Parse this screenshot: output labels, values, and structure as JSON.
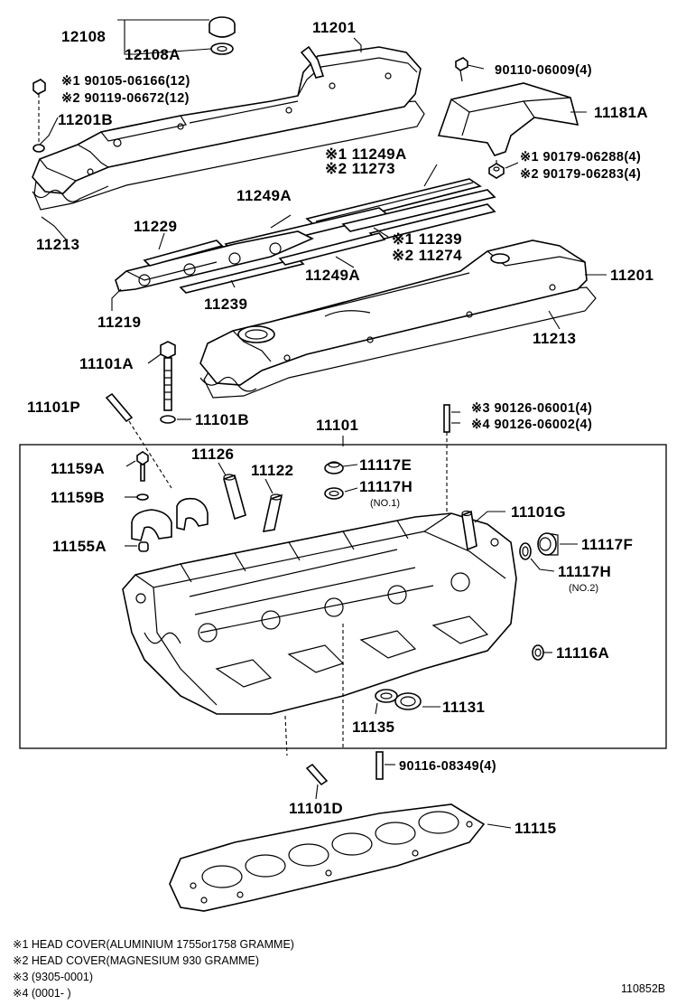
{
  "labels": {
    "p12108": "12108",
    "p12108A": "12108A",
    "p11201_top": "11201",
    "b90105": "※1 90105-06166(12)",
    "b90119": "※2 90119-06672(12)",
    "p11201B": "11201B",
    "p11213_left": "11213",
    "b90110": "90110-06009(4)",
    "p11181A": "11181A",
    "n90179_06288": "※1 90179-06288(4)",
    "n90179_06283": "※2 90179-06283(4)",
    "p11249A_r": "※1 11249A",
    "p11273": "※2 11273",
    "p11249A_l": "11249A",
    "p11229": "11229",
    "p11239_r": "※1 11239",
    "p11274": "※2 11274",
    "p11249A_b": "11249A",
    "p11239_b": "11239",
    "p11219": "11219",
    "p11201_right": "11201",
    "p11213_right": "11213",
    "p11101A": "11101A",
    "p11101P": "11101P",
    "p11101B": "11101B",
    "s90126_06001": "※3 90126-06001(4)",
    "s90126_06002": "※4 90126-06002(4)",
    "p11101": "11101",
    "p11159A": "11159A",
    "p11126": "11126",
    "p11122": "11122",
    "p11117E": "11117E",
    "p11117H1": "11117H",
    "p11117H1_sub": "(NO.1)",
    "p11159B": "11159B",
    "p11101G": "11101G",
    "p11155A": "11155A",
    "p11117F": "11117F",
    "p11117H2": "11117H",
    "p11117H2_sub": "(NO.2)",
    "p11116A": "11116A",
    "p11131": "11131",
    "p11135": "11135",
    "s90116": "90116-08349(4)",
    "p11101D": "11101D",
    "p11115": "11115"
  },
  "notes": [
    "※1 HEAD COVER(ALUMINIUM 1755or1758 GRAMME)",
    "※2 HEAD COVER(MAGNESIUM 930 GRAMME)",
    "※3 (9305-0001)",
    "※4 (0001-      )"
  ],
  "diagram_id": "110852B",
  "icons": [
    "head-cover",
    "cylinder-head",
    "head-gasket",
    "spark-plug-tube-gasket",
    "bolt",
    "stud",
    "oil-filler-cap"
  ]
}
